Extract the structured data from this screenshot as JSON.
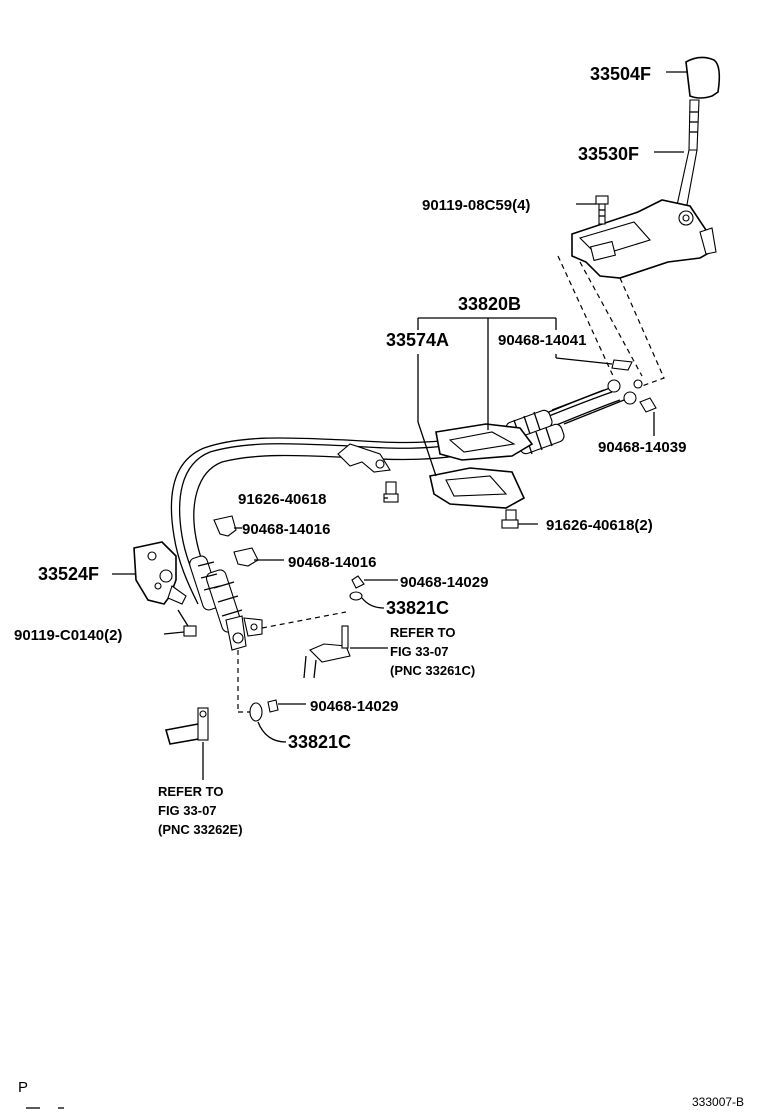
{
  "callouts": {
    "knob": "33504F",
    "lever": "33530F",
    "bolt_top": "90119-08C59(4)",
    "cable_assy": "33820B",
    "retainer": "33574A",
    "clip_14041": "90468-14041",
    "clip_14039": "90468-14039",
    "bolt_mid": "91626-40618",
    "bolt_right": "91626-40618(2)",
    "clip_14016_a": "90468-14016",
    "clip_14016_b": "90468-14016",
    "clip_14029_a": "90468-14029",
    "bushing_a": "33821C",
    "bracket": "33524F",
    "bolt_left": "90119-C0140(2)",
    "clip_14029_b": "90468-14029",
    "bushing_b": "33821C"
  },
  "refer_a": {
    "line1": "REFER TO",
    "line2": "FIG 33-07",
    "line3": "(PNC 33261C)"
  },
  "refer_b": {
    "line1": "REFER TO",
    "line2": "FIG 33-07",
    "line3": "(PNC 33262E)"
  },
  "footer": {
    "left_mark": "P",
    "figure_code": "333007-B"
  }
}
